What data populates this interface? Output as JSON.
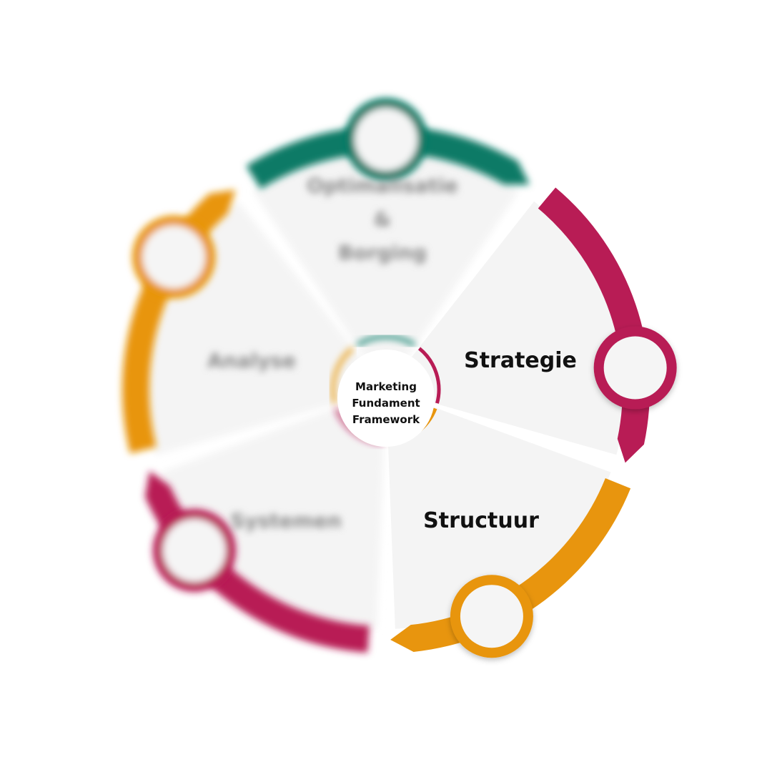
{
  "center": {
    "lines": [
      "Marketing",
      "Fundament",
      "Framework"
    ]
  },
  "segments": [
    {
      "id": "optimalisatie",
      "lines": [
        "Optimalisatie",
        "&",
        "Borging"
      ],
      "color": "#0b7a66",
      "focused": false
    },
    {
      "id": "strategie",
      "lines": [
        "Strategie"
      ],
      "color": "#b81c55",
      "focused": true
    },
    {
      "id": "structuur",
      "lines": [
        "Structuur"
      ],
      "color": "#e8950e",
      "focused": true
    },
    {
      "id": "systemen",
      "lines": [
        "Systemen"
      ],
      "color": "#b81c55",
      "focused": false
    },
    {
      "id": "analyse",
      "lines": [
        "Analyse"
      ],
      "color": "#e8950e",
      "focused": false
    }
  ],
  "colors": {
    "teal": "#0b7a66",
    "magenta": "#b81c55",
    "orange": "#e8950e",
    "wedge": "#f4f4f4",
    "text_focused": "#111111",
    "text_blurred": "#8a8a8a"
  }
}
